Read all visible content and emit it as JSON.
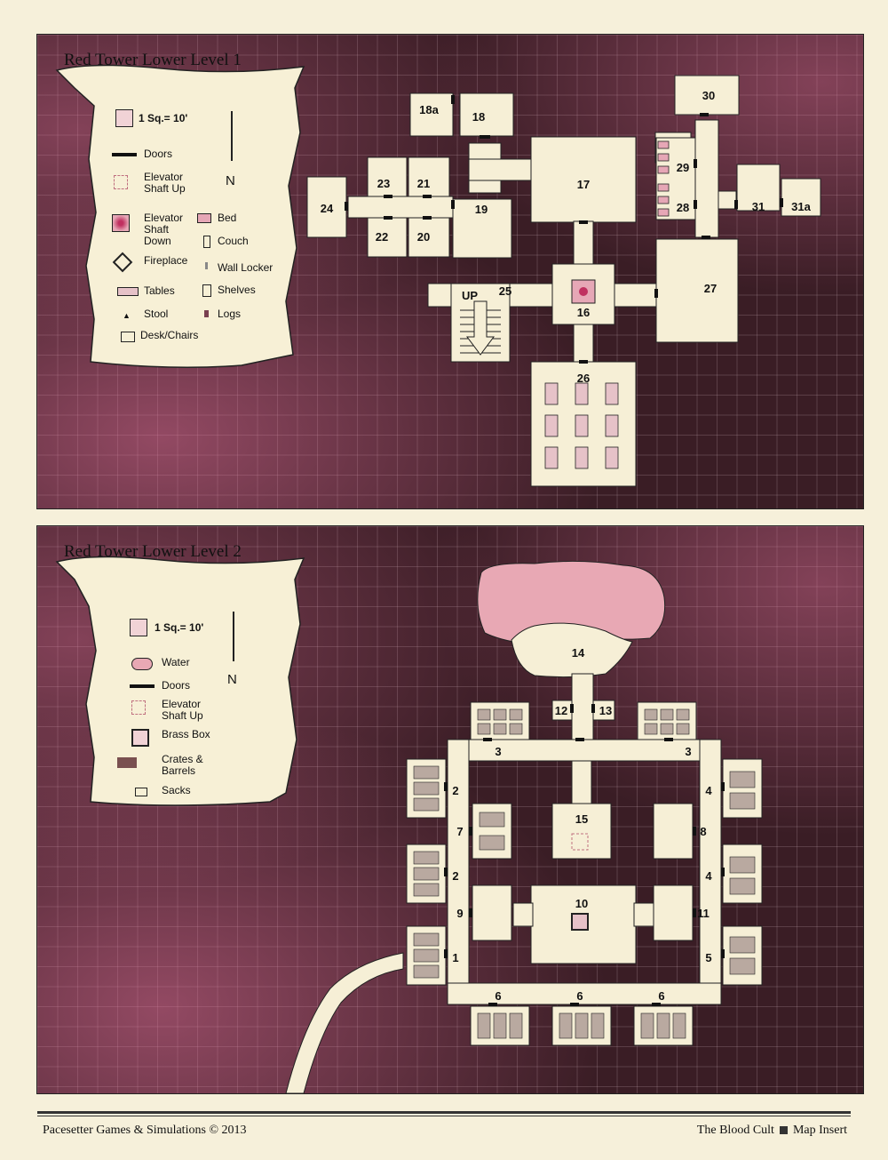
{
  "level1": {
    "title": "Red Tower Lower Level 1",
    "scale": "1 Sq.= 10'",
    "north": "N",
    "legend": {
      "doors": "Doors",
      "elevator_up": "Elevator Shaft Up",
      "elevator_down": "Elevator Shaft Down",
      "fireplace": "Fireplace",
      "tables": "Tables",
      "stool": "Stool",
      "desk_chairs": "Desk/Chairs",
      "bed": "Bed",
      "couch": "Couch",
      "wall_locker": "Wall Locker",
      "shelves": "Shelves",
      "logs": "Logs"
    },
    "rooms": [
      "16",
      "17",
      "18",
      "18a",
      "19",
      "20",
      "21",
      "22",
      "23",
      "24",
      "25",
      "26",
      "27",
      "28",
      "29",
      "30",
      "31",
      "31a"
    ],
    "up_label": "UP"
  },
  "level2": {
    "title": "Red Tower Lower Level 2",
    "scale": "1 Sq.= 10'",
    "north": "N",
    "legend": {
      "water": "Water",
      "doors": "Doors",
      "elevator_up": "Elevator Shaft Up",
      "brass_box": "Brass Box",
      "crates_barrels": "Crates & Barrels",
      "sacks": "Sacks"
    },
    "rooms": [
      "1",
      "2",
      "2",
      "3",
      "3",
      "4",
      "4",
      "5",
      "6",
      "6",
      "6",
      "7",
      "8",
      "9",
      "10",
      "11",
      "12",
      "13",
      "14",
      "15"
    ]
  },
  "colors": {
    "background": "#3a1d25",
    "room_fill": "#f6efd6",
    "accent_pink": "#e6a7b6"
  },
  "footer": {
    "publisher": "Pacesetter Games & Simulations © 2013",
    "product": "The Blood Cult",
    "section": "Map Insert"
  }
}
